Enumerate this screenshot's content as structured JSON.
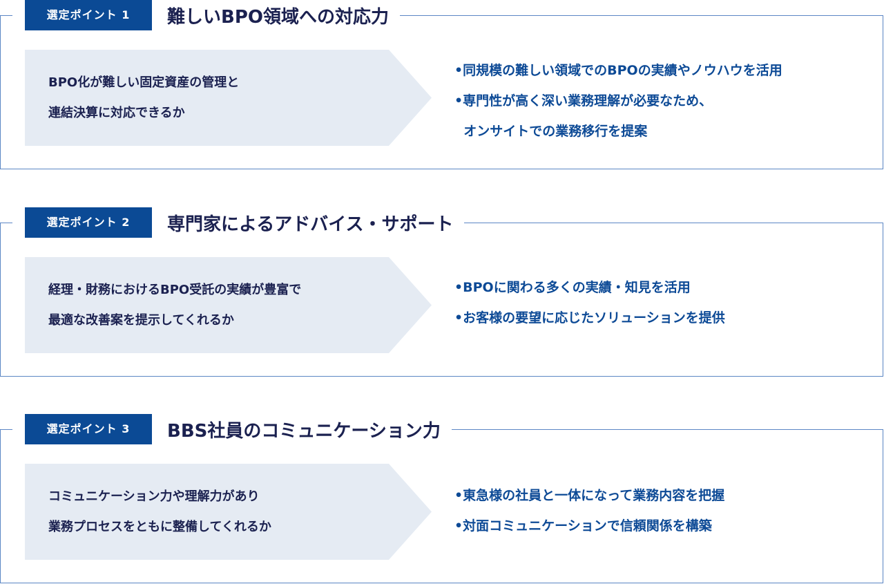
{
  "sections": [
    {
      "badge": "選定ポイント 1",
      "title": "難しいBPO領域への対応力",
      "question": [
        "BPO化が難しい固定資産の管理と",
        "連結決算に対応できるか"
      ],
      "bullets": [
        "•同規模の難しい領域でのBPOの実績やノウハウを活用",
        "•専門性が高く深い業務理解が必要なため、",
        "  オンサイトでの業務移行を提案"
      ]
    },
    {
      "badge": "選定ポイント 2",
      "title": "専門家によるアドバイス・サポート",
      "question": [
        "経理・財務におけるBPO受託の実績が豊富で",
        "最適な改善案を提示してくれるか"
      ],
      "bullets": [
        "•BPOに関わる多くの実績・知見を活用",
        "•お客様の要望に応じたソリューションを提供"
      ]
    },
    {
      "badge": "選定ポイント 3",
      "title": "BBS社員のコミュニケーション力",
      "question": [
        "コミュニケーション力や理解力があり",
        "業務プロセスをともに整備してくれるか"
      ],
      "bullets": [
        "•東急様の社員と一体になって業務内容を把握",
        "•対面コミュニケーションで信頼関係を構築"
      ]
    }
  ],
  "colors": {
    "badge": "#0b4a95",
    "title": "#1b2150",
    "bullet": "#0d4a96",
    "panel": "#e5ebf3",
    "border": "#5b86c4"
  }
}
